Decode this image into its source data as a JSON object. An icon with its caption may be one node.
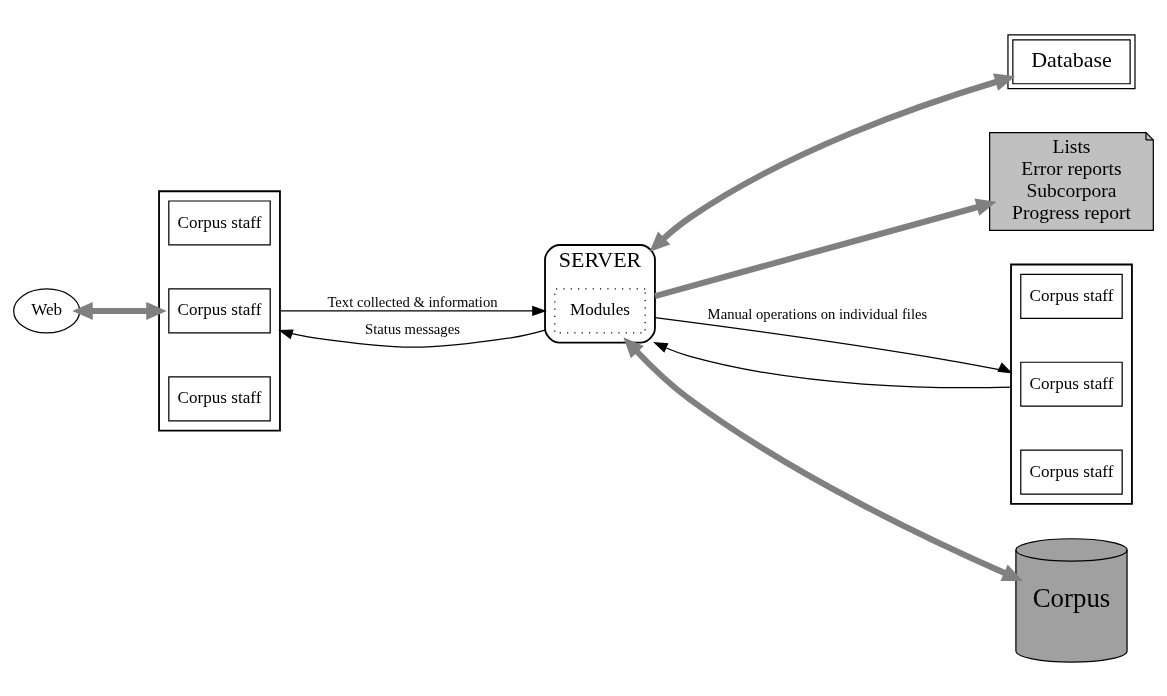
{
  "diagram": {
    "nodes": [
      {
        "text": [
          "Web"
        ]
      },
      {
        "text": [],
        "shape": "box"
      },
      {
        "text": [
          "Corpus staff"
        ],
        "in": 1
      },
      {
        "text": [
          "Corpus staff"
        ],
        "in": 1
      },
      {
        "text": [
          "Corpus staff"
        ],
        "in": 1
      },
      {
        "text": [
          "Database"
        ]
      },
      {
        "text": [
          "SERVER"
        ]
      },
      {
        "text": [
          "Modules"
        ],
        "in": 6
      },
      {
        "text": [
          "Lists",
          "Error reports",
          "Subcorpora",
          "Progress report"
        ]
      },
      {
        "text": [],
        "shape": "box"
      },
      {
        "text": [
          "Corpus staff"
        ],
        "in": 9
      },
      {
        "text": [
          "Corpus staff"
        ],
        "in": 9
      },
      {
        "text": [
          "Corpus staff"
        ],
        "in": 9
      },
      {
        "text": [
          "Corpus"
        ]
      }
    ],
    "edges": [
      {
        "from": 0,
        "to": 1,
        "arrow": "both",
        "style": "thick",
        "color": "#808080"
      },
      {
        "from": 1,
        "to": 6,
        "arrow": "to",
        "label": "Text collected & information",
        "color": "#000000"
      },
      {
        "from": 6,
        "to": 1,
        "arrow": "to",
        "label": "Status messages",
        "color": "#000000"
      },
      {
        "from": 6,
        "to": 5,
        "arrow": "both",
        "style": "thick",
        "color": "#808080"
      },
      {
        "from": 6,
        "to": 8,
        "arrow": "to",
        "style": "thick",
        "color": "#808080"
      },
      {
        "from": 6,
        "to": 9,
        "arrow": "to",
        "label": "Manual operations on individual files",
        "color": "#000000"
      },
      {
        "from": 9,
        "to": 6,
        "arrow": "to",
        "color": "#000000"
      },
      {
        "from": 6,
        "to": 13,
        "arrow": "both",
        "style": "thick",
        "color": "#808080"
      }
    ]
  }
}
